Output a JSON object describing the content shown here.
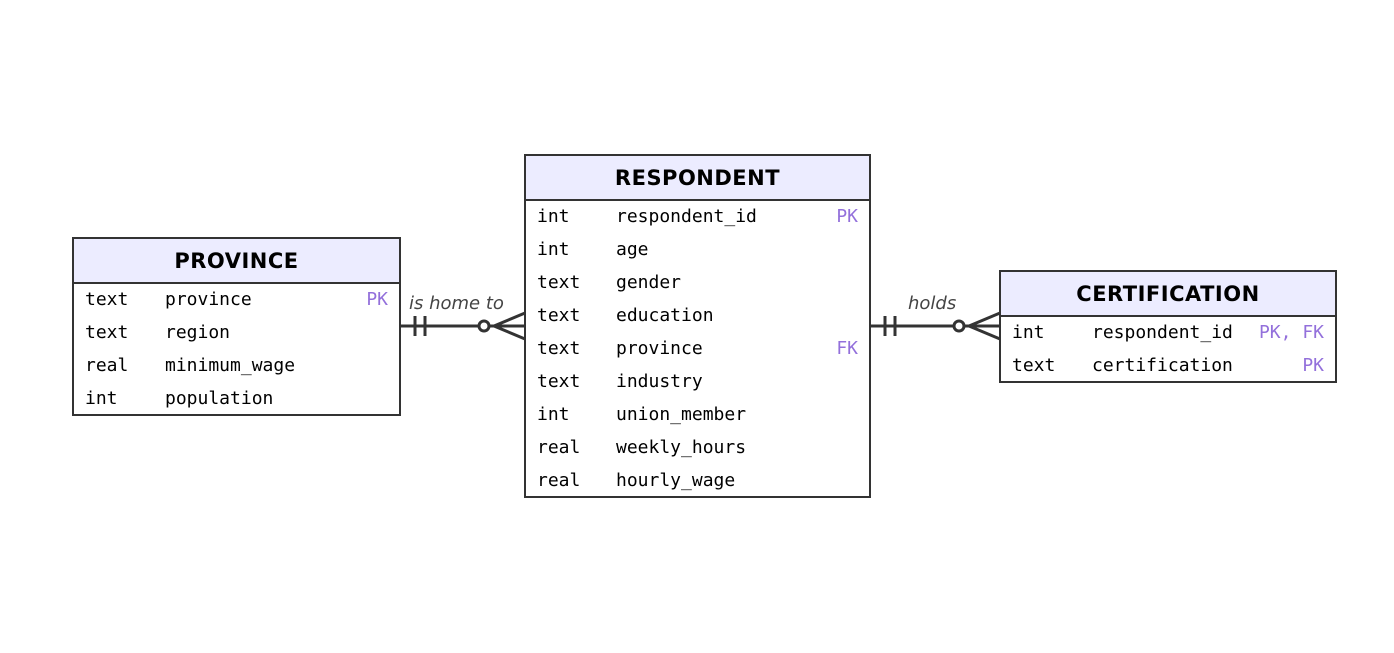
{
  "colors": {
    "border": "#333333",
    "header_fill": "#ececff",
    "key_text": "#9370db",
    "label_text": "#444444"
  },
  "entities": {
    "province": {
      "name": "PROVINCE",
      "attributes": [
        {
          "type": "text",
          "name": "province",
          "key": "PK"
        },
        {
          "type": "text",
          "name": "region",
          "key": ""
        },
        {
          "type": "real",
          "name": "minimum_wage",
          "key": ""
        },
        {
          "type": "int",
          "name": "population",
          "key": ""
        }
      ]
    },
    "respondent": {
      "name": "RESPONDENT",
      "attributes": [
        {
          "type": "int",
          "name": "respondent_id",
          "key": "PK"
        },
        {
          "type": "int",
          "name": "age",
          "key": ""
        },
        {
          "type": "text",
          "name": "gender",
          "key": ""
        },
        {
          "type": "text",
          "name": "education",
          "key": ""
        },
        {
          "type": "text",
          "name": "province",
          "key": "FK"
        },
        {
          "type": "text",
          "name": "industry",
          "key": ""
        },
        {
          "type": "int",
          "name": "union_member",
          "key": ""
        },
        {
          "type": "real",
          "name": "weekly_hours",
          "key": ""
        },
        {
          "type": "real",
          "name": "hourly_wage",
          "key": ""
        }
      ]
    },
    "certification": {
      "name": "CERTIFICATION",
      "attributes": [
        {
          "type": "int",
          "name": "respondent_id",
          "key": "PK, FK"
        },
        {
          "type": "text",
          "name": "certification",
          "key": "PK"
        }
      ]
    }
  },
  "relationships": [
    {
      "from": "PROVINCE",
      "to": "RESPONDENT",
      "label": "is home to",
      "from_cardinality": "exactly-one",
      "to_cardinality": "zero-or-many"
    },
    {
      "from": "RESPONDENT",
      "to": "CERTIFICATION",
      "label": "holds",
      "from_cardinality": "exactly-one",
      "to_cardinality": "zero-or-many"
    }
  ]
}
